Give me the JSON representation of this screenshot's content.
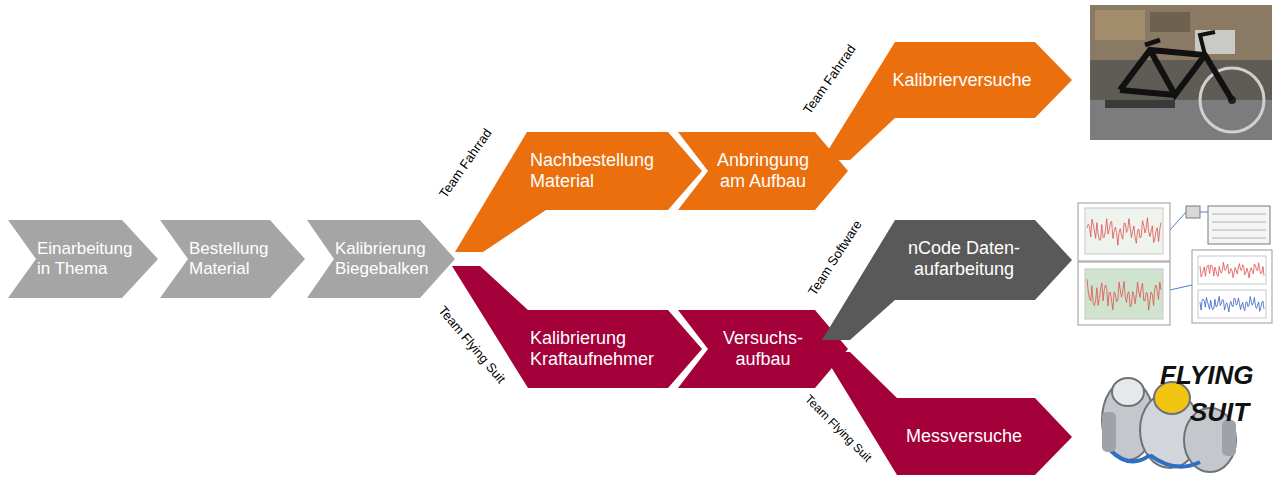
{
  "diagram": {
    "nodes": [
      {
        "text": [
          "Einarbeitung in Thema"
        ]
      },
      {
        "text": [
          "Bestellung Material"
        ]
      },
      {
        "text": [
          "Kalibrierung Biegebalken"
        ]
      },
      {
        "text": [
          "Nachbestellung Material"
        ]
      },
      {
        "text": [
          "Anbringung am Aufbau"
        ]
      },
      {
        "text": [
          "Kalibrierversuche"
        ]
      },
      {
        "text": [
          "Kalibrierung Kraftaufnehmer"
        ]
      },
      {
        "text": [
          "Versuchs- aufbau"
        ]
      },
      {
        "text": [
          "nCode Daten- aufarbeitung"
        ]
      },
      {
        "text": [
          "Messversuche"
        ]
      }
    ],
    "labels": [
      "Team Fahrrad",
      "Team Fahrrad",
      "Team Software",
      "Team Flying Suit",
      "Team Flying Suit",
      "FLYING",
      "SUIT"
    ]
  }
}
